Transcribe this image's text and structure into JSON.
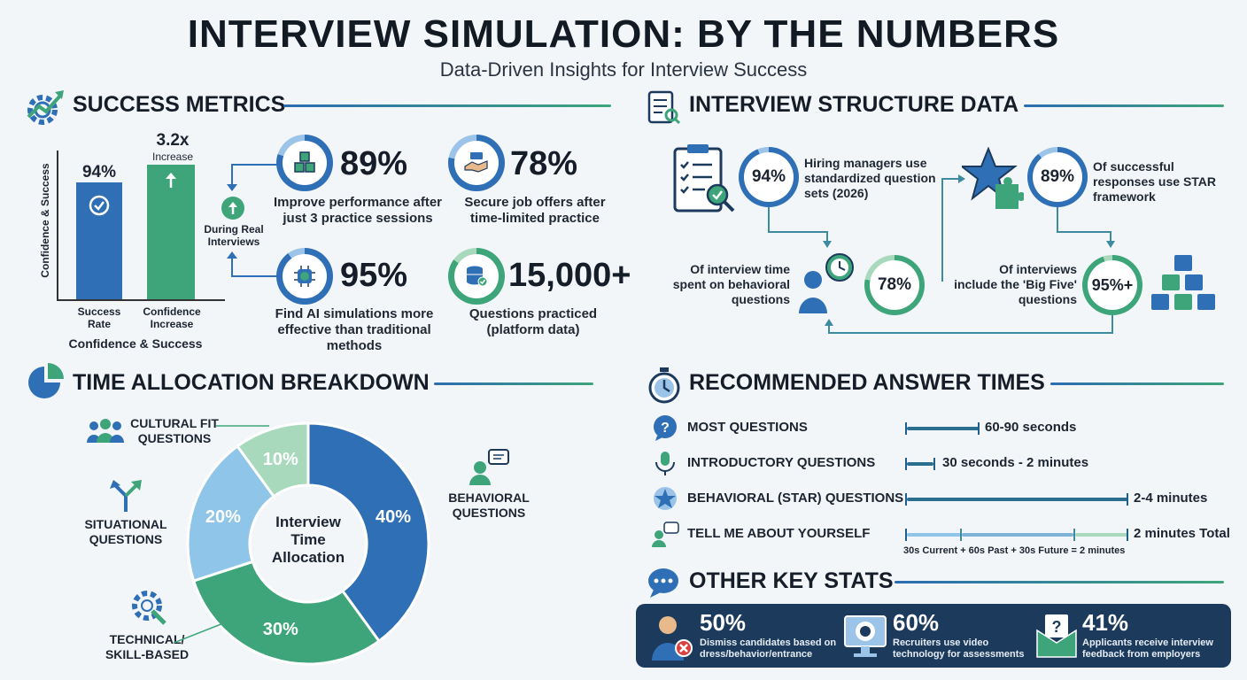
{
  "header": {
    "title": "INTERVIEW SIMULATION: BY THE NUMBERS",
    "subtitle": "Data-Driven Insights for Interview Success"
  },
  "success_metrics": {
    "title": "SUCCESS METRICS",
    "mini_chart": {
      "y_label": "Confidence & Success",
      "x_label": "Confidence & Success",
      "bars": [
        {
          "label": "Success Rate",
          "value_label": "94%",
          "value": 94,
          "color": "#2f6fb5"
        },
        {
          "label": "Confidence Increase",
          "value_label": "3.2x",
          "value_sub": "Increase",
          "value": 3.2,
          "color": "#3ea57b"
        }
      ]
    },
    "during_real": "During Real Interviews",
    "stats": [
      {
        "value": "89%",
        "text": "Improve performance after just 3 practice sessions",
        "icon": "cubes-icon"
      },
      {
        "value": "78%",
        "text": "Secure job offers after time-limited practice",
        "icon": "handshake-icon"
      },
      {
        "value": "95%",
        "text": "Find AI simulations more effective than traditional methods",
        "icon": "brain-chip-icon"
      },
      {
        "value": "15,000+",
        "text": "Questions practiced (platform data)",
        "icon": "database-icon"
      }
    ]
  },
  "structure": {
    "title": "INTERVIEW STRUCTURE DATA",
    "items": [
      {
        "value": "94%",
        "text": "Hiring managers use standardized question sets (2026)",
        "icon": "clipboard-icon"
      },
      {
        "value": "89%",
        "text": "Of successful responses use STAR framework",
        "icon": "star-puzzle-icon"
      },
      {
        "value": "78%",
        "text": "Of interview time spent on behavioral questions",
        "icon": "person-clock-icon"
      },
      {
        "value": "95%+",
        "text": "Of interviews include the 'Big Five' questions",
        "icon": "blocks-icon"
      }
    ]
  },
  "time_allocation": {
    "title": "TIME ALLOCATION BREAKDOWN",
    "center_label": "Interview Time Allocation",
    "chart_data": {
      "type": "pie",
      "categories": [
        "BEHAVIORAL QUESTIONS",
        "TECHNICAL/ SKILL-BASED",
        "SITUATIONAL QUESTIONS",
        "CULTURAL FIT QUESTIONS"
      ],
      "values": [
        40,
        30,
        20,
        10
      ],
      "value_labels": [
        "40%",
        "30%",
        "20%",
        "10%"
      ],
      "colors": [
        "#2f6fb5",
        "#3ea57b",
        "#8ec5e8",
        "#a8d9bc"
      ]
    }
  },
  "answer_times": {
    "title": "RECOMMENDED ANSWER TIMES",
    "rows": [
      {
        "label": "MOST QUESTIONS",
        "value": "60-90 seconds",
        "icon": "question-bubble-icon"
      },
      {
        "label": "INTRODUCTORY QUESTIONS",
        "value": "30 seconds - 2 minutes",
        "icon": "microphone-icon"
      },
      {
        "label": "BEHAVIORAL (STAR) QUESTIONS",
        "value": "2-4 minutes",
        "icon": "star-icon"
      },
      {
        "label": "TELL ME ABOUT YOURSELF",
        "value": "2 minutes Total",
        "icon": "person-speech-icon"
      }
    ],
    "breakdown_note": "30s Current + 60s Past + 30s Future = 2 minutes"
  },
  "other_stats": {
    "title": "OTHER KEY STATS",
    "items": [
      {
        "value": "50%",
        "text": "Dismiss candidates based on dress/behavior/entrance",
        "icon": "reject-person-icon"
      },
      {
        "value": "60%",
        "text": "Recruiters use video technology for assessments",
        "icon": "webcam-icon"
      },
      {
        "value": "41%",
        "text": "Applicants receive interview feedback from employers",
        "icon": "mail-question-icon"
      }
    ]
  }
}
